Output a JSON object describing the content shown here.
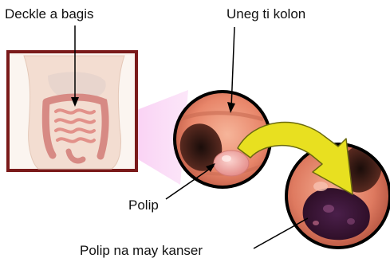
{
  "labels": {
    "small_intestine": "Deckle a bagis",
    "colon_inside": "Uneg ti kolon",
    "polyp": "Polip",
    "cancerous_polyp": "Polip na may kanser"
  },
  "colors": {
    "frame_border": "#7a1a1a",
    "magnify_beam": "#f3a6e8",
    "lens_ring": "#000000",
    "arrow_fill": "#e8e020",
    "arrow_stroke": "#6b6a10",
    "colon_tissue": "#e88a6a",
    "tumor": "#3a1a3a"
  }
}
